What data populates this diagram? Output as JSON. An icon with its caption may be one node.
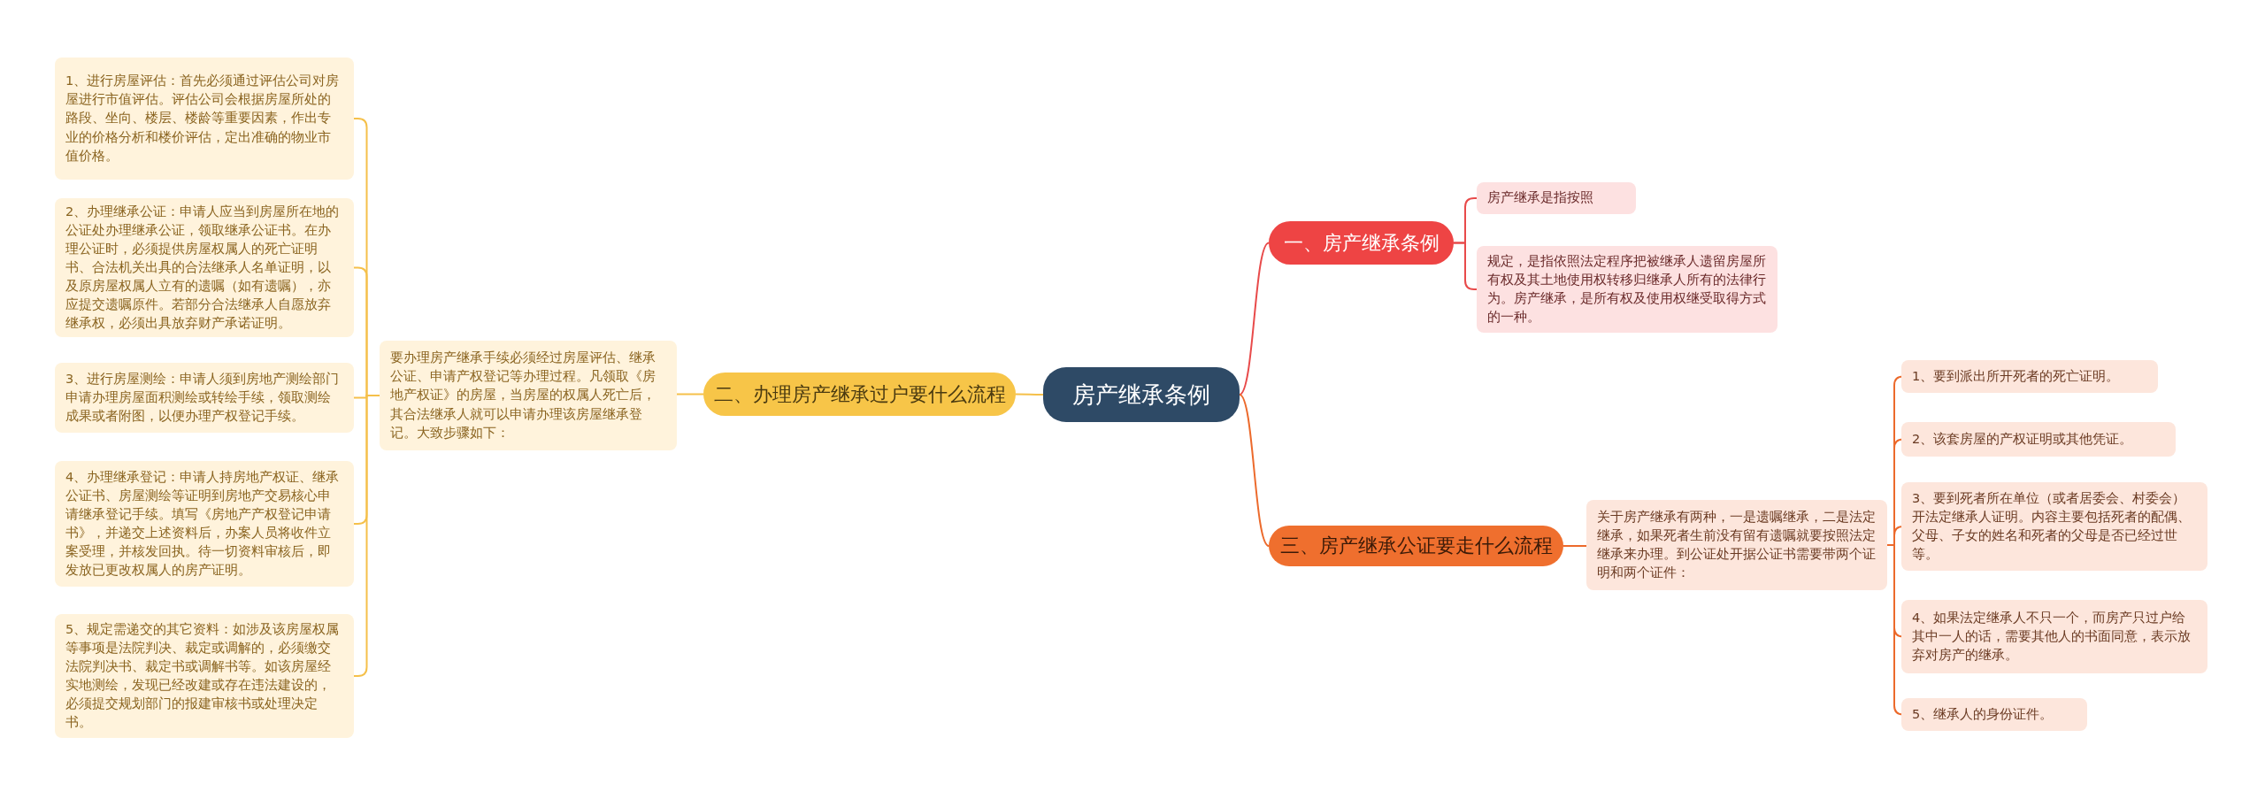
{
  "diagram": {
    "nodes": [
      {
        "text": [
          "房产继承条例"
        ]
      },
      {
        "text": [
          "一、房产继承条例"
        ]
      },
      {
        "text": [
          "房产继承是指按照"
        ]
      },
      {
        "text": [
          "规定，是指依照法定程序把被继承人遗留房屋所有权及其土地使用权转移归继承人所有的法律行为。房产继承，是所有权及使用权继受取得方式的一种。"
        ]
      },
      {
        "text": [
          "二、办理房产继承过户要什么流程"
        ]
      },
      {
        "text": [
          "要办理房产继承手续必须经过房屋评估、继承公证、申请产权登记等办理过程。凡领取《房地产权证》的房屋，当房屋的权属人死亡后，其合法继承人就可以申请办理该房屋继承登记。大致步骤如下："
        ]
      },
      {
        "text": [
          "1、进行房屋评估：首先必须通过评估公司对房屋进行市值评估。评估公司会根据房屋所处的路段、坐向、楼层、楼龄等重要因素，作出专业的价格分析和楼价评估，定出准确的物业市值价格。"
        ]
      },
      {
        "text": [
          "2、办理继承公证：申请人应当到房屋所在地的公证处办理继承公证，领取继承公证书。在办理公证时，必须提供房屋权属人的死亡证明书、合法机关出具的合法继承人名单证明，以及原房屋权属人立有的遗嘱（如有遗嘱），亦应提交遗嘱原件。若部分合法继承人自愿放弃继承权，必须出具放弃财产承诺证明。"
        ]
      },
      {
        "text": [
          "3、进行房屋测绘：申请人须到房地产测绘部门申请办理房屋面积测绘或转绘手续，领取测绘成果或者附图，以便办理产权登记手续。"
        ]
      },
      {
        "text": [
          "4、办理继承登记：申请人持房地产权证、继承公证书、房屋测绘等证明到房地产交易核心申请继承登记手续。填写《房地产产权登记申请书》，并递交上述资料后，办案人员将收件立案受理，并核发回执。待一切资料审核后，即发放已更改权属人的房产证明。"
        ]
      },
      {
        "text": [
          "5、规定需递交的其它资料：如涉及该房屋权属等事项是法院判决、裁定或调解的，必须缴交法院判决书、裁定书或调解书等。如该房屋经实地测绘，发现已经改建或存在违法建设的，必须提交规划部门的报建审核书或处理决定书。"
        ]
      },
      {
        "text": [
          "三、房产继承公证要走什么流程"
        ]
      },
      {
        "text": [
          "关于房产继承有两种，一是遗嘱继承，二是法定继承，如果死者生前没有留有遗嘱就要按照法定继承来办理。到公证处开据公证书需要带两个证明和两个证件："
        ]
      },
      {
        "text": [
          "1、要到派出所开死者的死亡证明。"
        ]
      },
      {
        "text": [
          "2、该套房屋的产权证明或其他凭证。"
        ]
      },
      {
        "text": [
          "3、要到死者所在单位（或者居委会、村委会）开法定继承人证明。内容主要包括死者的配偶、父母、子女的姓名和死者的父母是否已经过世等。"
        ]
      },
      {
        "text": [
          "4、如果法定继承人不只一个，而房产只过户给其中一人的话，需要其他人的书面同意，表示放弃对房产的继承。"
        ]
      },
      {
        "text": [
          "5、继承人的身份证件。"
        ]
      }
    ],
    "edges": [
      {
        "from": 0,
        "to": 1,
        "arrow": "none",
        "color": "#e84a4a"
      },
      {
        "from": 1,
        "to": 2,
        "arrow": "none",
        "color": "#e84a4a"
      },
      {
        "from": 1,
        "to": 3,
        "arrow": "none",
        "color": "#e84a4a"
      },
      {
        "from": 0,
        "to": 4,
        "arrow": "none",
        "color": "#f5c04a"
      },
      {
        "from": 4,
        "to": 5,
        "arrow": "none",
        "color": "#f5c04a"
      },
      {
        "from": 5,
        "to": 6,
        "arrow": "none",
        "color": "#f5c04a"
      },
      {
        "from": 5,
        "to": 7,
        "arrow": "none",
        "color": "#f5c04a"
      },
      {
        "from": 5,
        "to": 8,
        "arrow": "none",
        "color": "#f5c04a"
      },
      {
        "from": 5,
        "to": 9,
        "arrow": "none",
        "color": "#f5c04a"
      },
      {
        "from": 5,
        "to": 10,
        "arrow": "none",
        "color": "#f5c04a"
      },
      {
        "from": 0,
        "to": 11,
        "arrow": "none",
        "color": "#ec6a2c"
      },
      {
        "from": 11,
        "to": 12,
        "arrow": "none",
        "color": "#ec6a2c"
      },
      {
        "from": 12,
        "to": 13,
        "arrow": "none",
        "color": "#ec6a2c"
      },
      {
        "from": 12,
        "to": 14,
        "arrow": "none",
        "color": "#ec6a2c"
      },
      {
        "from": 12,
        "to": 15,
        "arrow": "none",
        "color": "#ec6a2c"
      },
      {
        "from": 12,
        "to": 16,
        "arrow": "none",
        "color": "#ec6a2c"
      },
      {
        "from": 12,
        "to": 17,
        "arrow": "none",
        "color": "#ec6a2c"
      }
    ]
  }
}
